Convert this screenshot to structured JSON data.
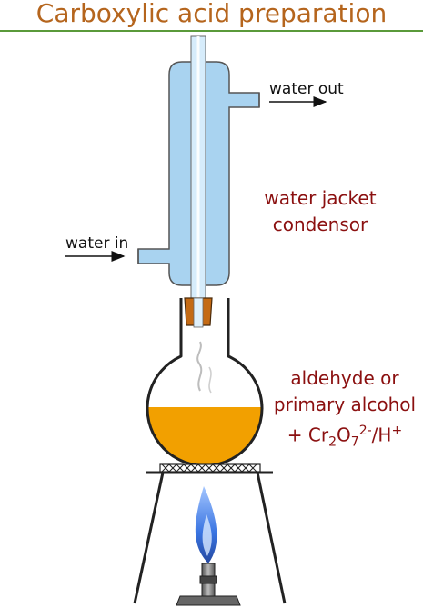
{
  "title": "Carboxylic acid preparation",
  "labels": {
    "water_out": "water out",
    "water_in": "water in",
    "condenser_line1": "water jacket",
    "condenser_line2": "condensor",
    "mixture_line1": "aldehyde or",
    "mixture_line2": "primary alcohol",
    "mixture_prefix": "+ Cr",
    "mixture_sub1": "2",
    "mixture_mid1": "O",
    "mixture_sub2": "7",
    "mixture_sup1": "2-",
    "mixture_mid2": "/H",
    "mixture_sup2": "+"
  },
  "colors": {
    "title": "#b5651d",
    "title_rule": "#5a9a3a",
    "label_dark_red": "#8b1010",
    "condenser_water": "#a9d3f0",
    "liquid": "#f2a000",
    "stopper": "#c46a14",
    "flame": "#2f6de0"
  }
}
